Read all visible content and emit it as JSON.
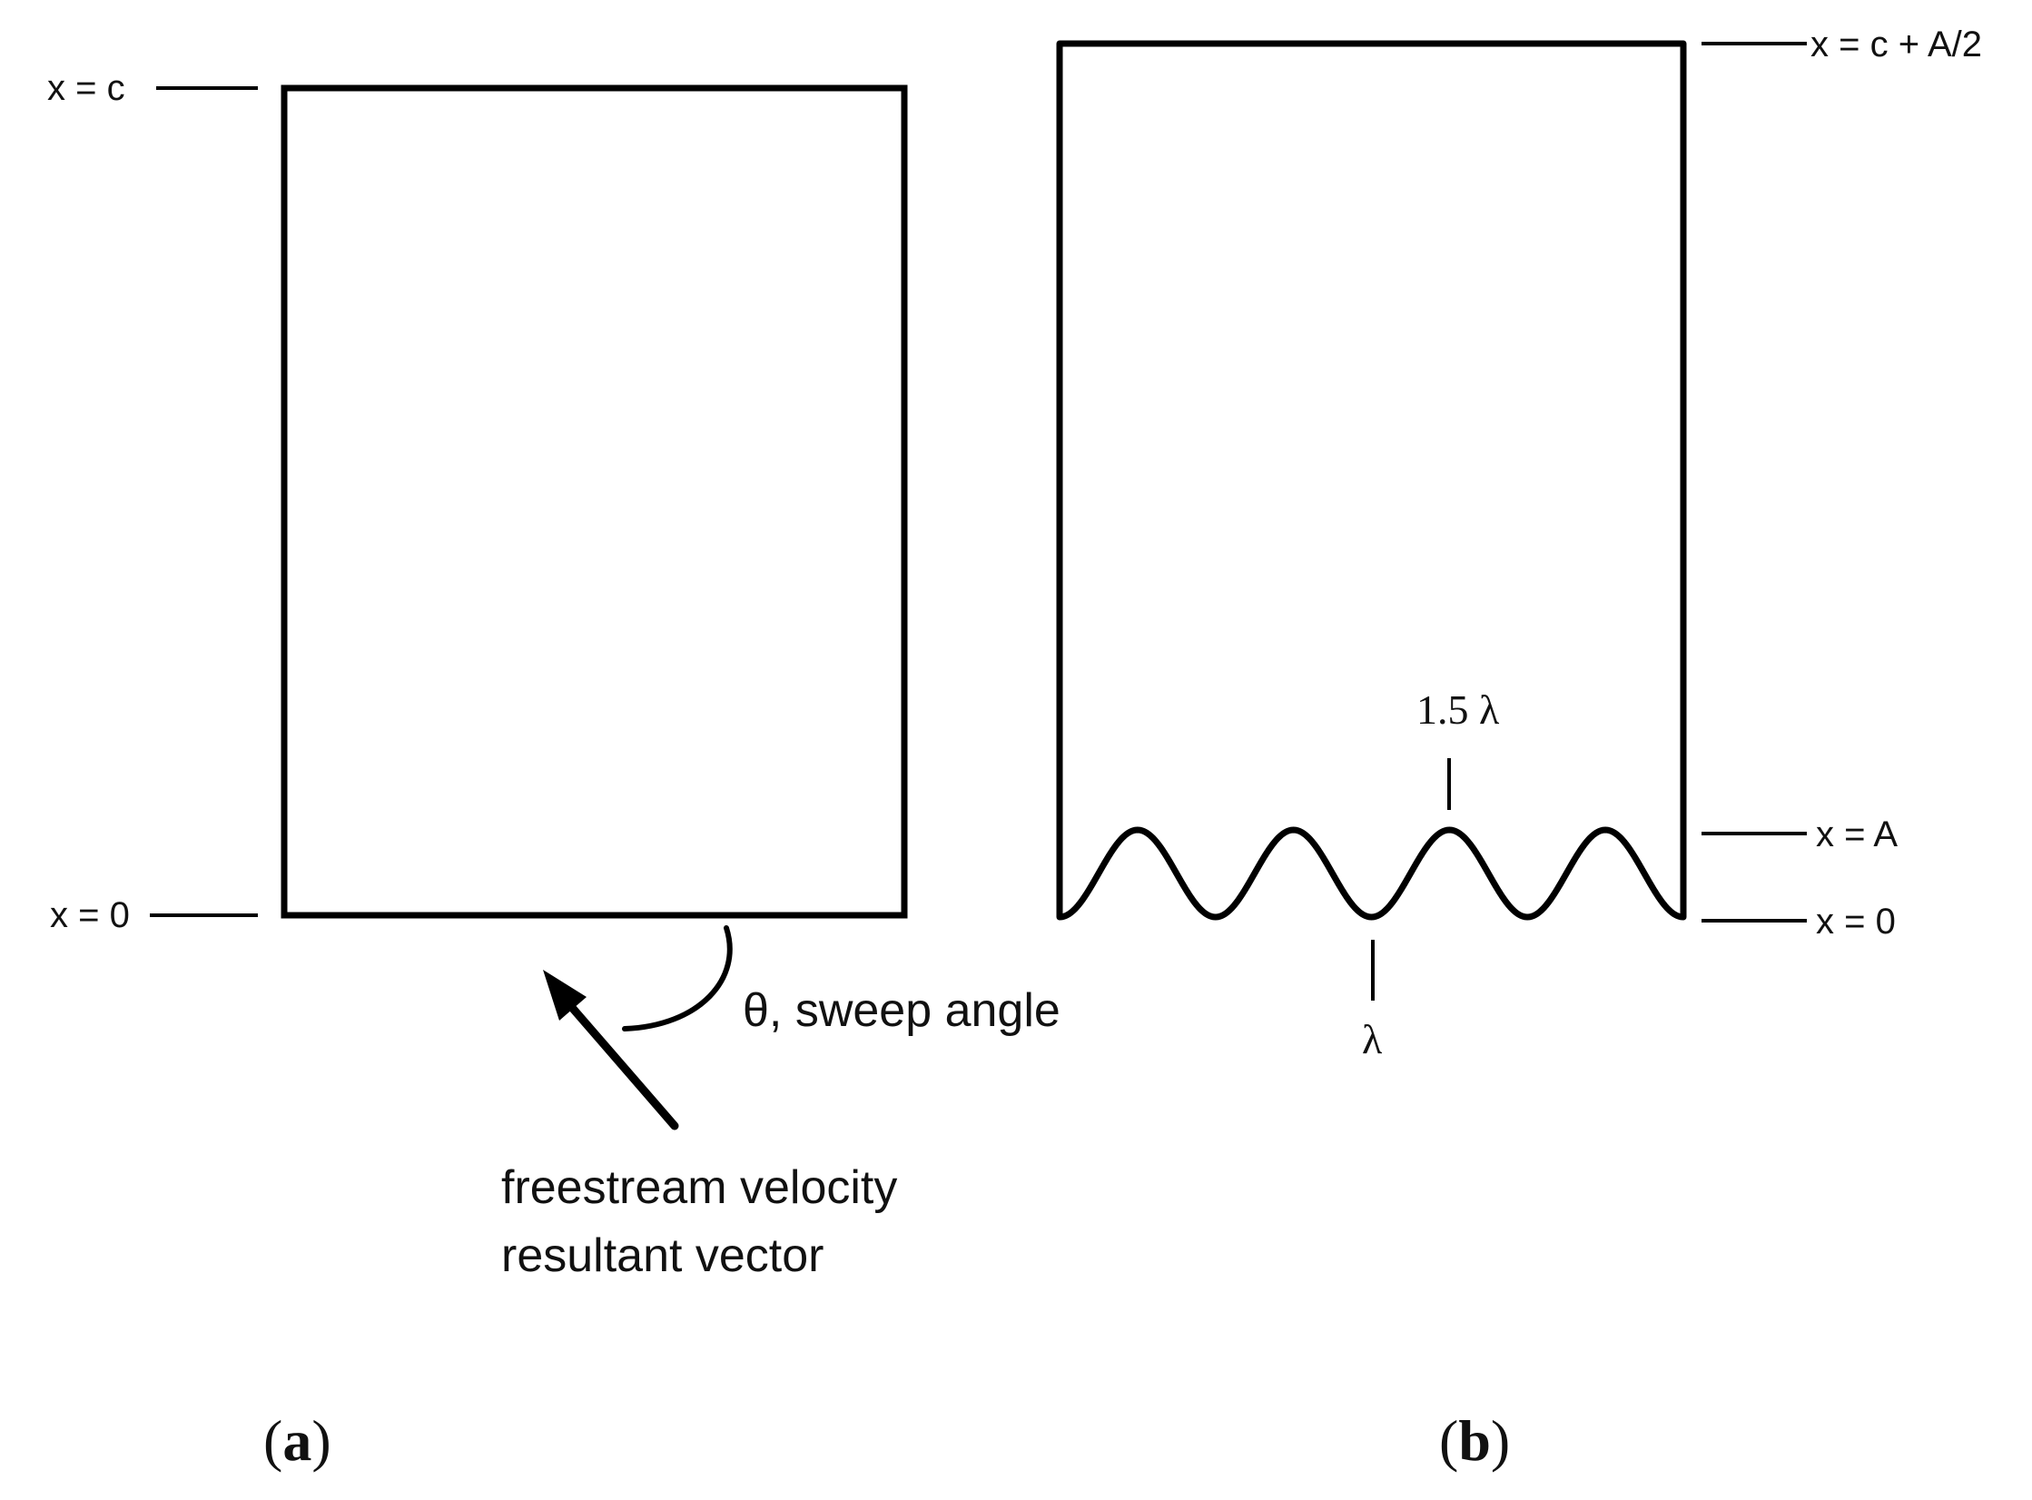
{
  "panel_a": {
    "label_open": "(",
    "label_letter": "a",
    "label_close": ")",
    "top_marker": "x = c",
    "bottom_marker": "x = 0",
    "sweep_label": "θ, sweep angle",
    "velocity_line1": "freestream velocity",
    "velocity_line2": "resultant vector"
  },
  "panel_b": {
    "label_open": "(",
    "label_letter": "b",
    "label_close": ")",
    "top_marker": "x = c + A/2",
    "amplitude_marker": "x = A",
    "zero_marker": "x = 0",
    "peak_label": "1.5 λ",
    "trough_label": "λ"
  },
  "colors": {
    "stroke": "#000000",
    "text": "#111111",
    "background": "#ffffff"
  }
}
